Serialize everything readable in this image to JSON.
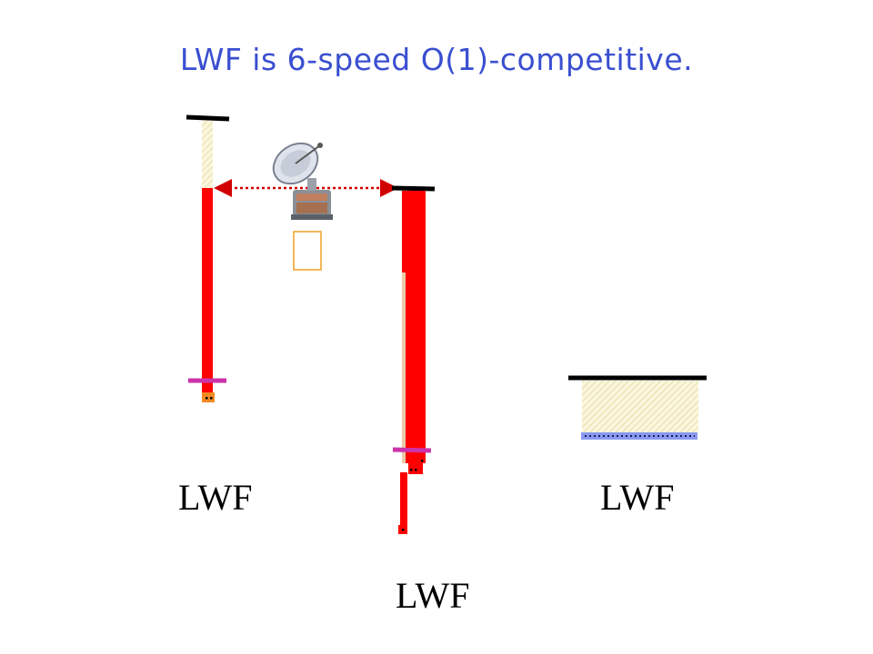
{
  "slide": {
    "title": "LWF is 6-speed O(1)-competitive.",
    "labels": {
      "left": "LWF",
      "middle": "LWF",
      "right": "LWF"
    }
  },
  "icons": {
    "broadcaster": "satellite-dish-icon",
    "placeholder": "missing-glyph-box"
  },
  "colors": {
    "title": "#3a4fd0",
    "bar_red": "#ff0000",
    "bar_yellow": "#f4e3a0",
    "magenta_marker": "#cc33aa",
    "orange_marker": "#f28a22",
    "blue_marker": "#8899ee",
    "arrow": "#d10000",
    "cap": "#000000",
    "placeholder_border": "#f0a020"
  }
}
